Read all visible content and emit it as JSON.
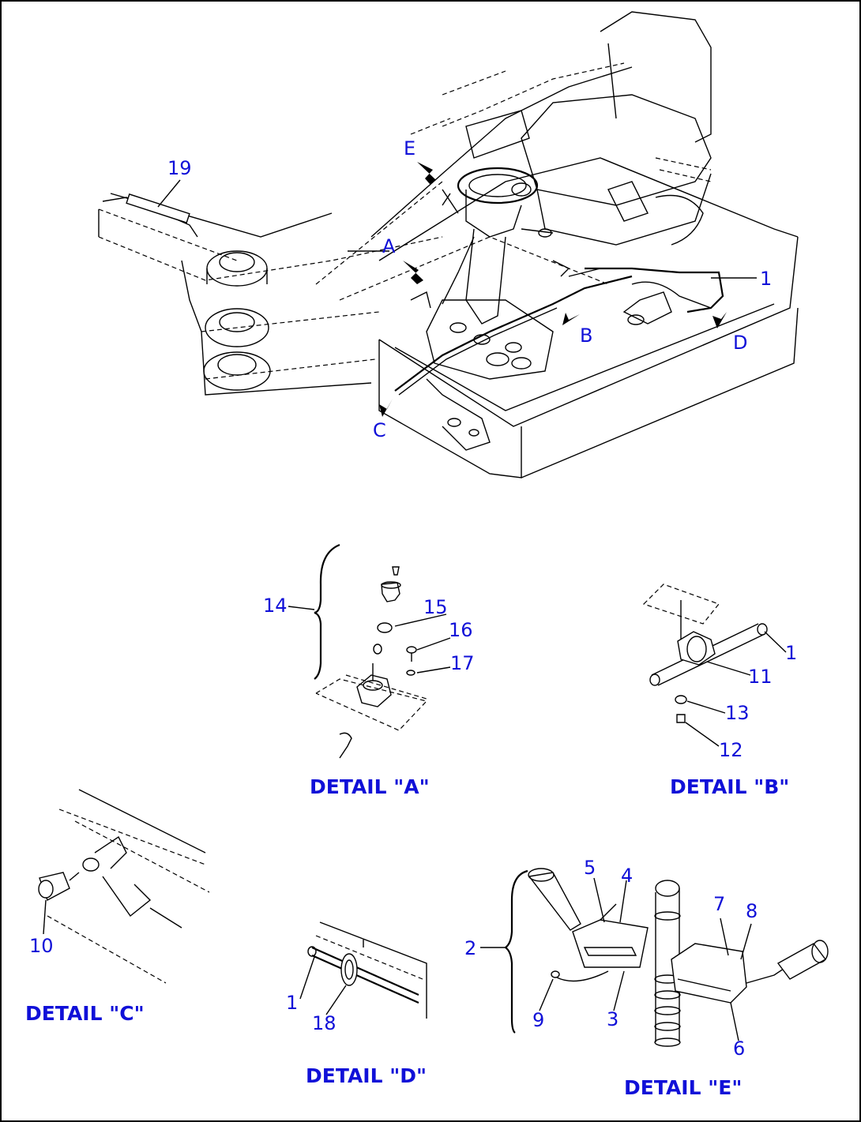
{
  "main_view": {
    "callouts": [
      "19",
      "E",
      "A",
      "1",
      "B",
      "D",
      "C"
    ]
  },
  "detail_a": {
    "caption": "DETAIL \"A\"",
    "callouts": [
      "14",
      "15",
      "16",
      "17"
    ]
  },
  "detail_b": {
    "caption": "DETAIL \"B\"",
    "callouts": [
      "1",
      "11",
      "13",
      "12"
    ]
  },
  "detail_c": {
    "caption": "DETAIL \"C\"",
    "callouts": [
      "10"
    ]
  },
  "detail_d": {
    "caption": "DETAIL \"D\"",
    "callouts": [
      "1",
      "18"
    ]
  },
  "detail_e": {
    "caption": "DETAIL \"E\"",
    "callouts": [
      "5",
      "4",
      "7",
      "8",
      "2",
      "9",
      "3",
      "6"
    ]
  },
  "colors": {
    "callout": "#1010d8",
    "line": "#000000",
    "background": "#ffffff"
  }
}
